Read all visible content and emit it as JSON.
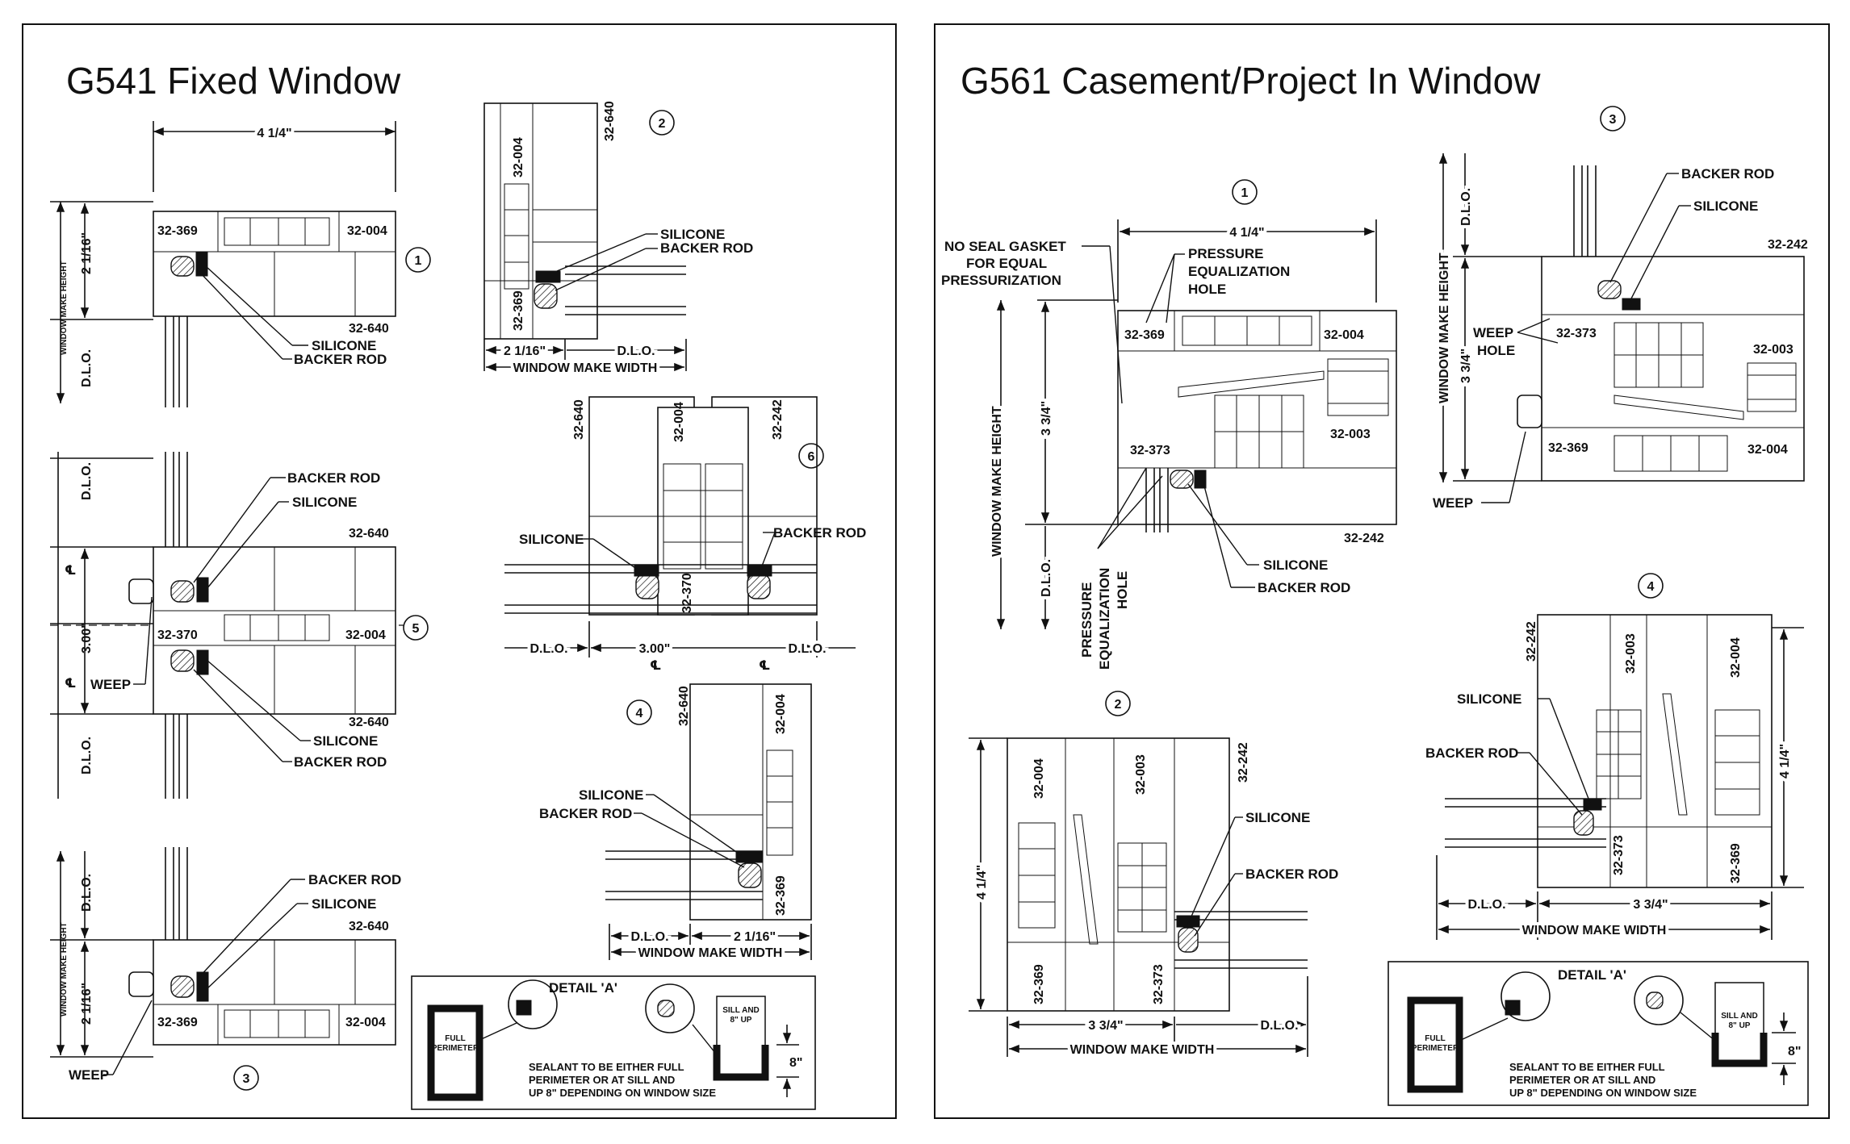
{
  "left_panel": {
    "title": "G541 Fixed Window",
    "details": {
      "d1": {
        "num": "1",
        "width_dim": "4 1/4\"",
        "height_dim": "2 1/16\"",
        "wmh": "WINDOW MAKE HEIGHT",
        "dlo": "D.L.O.",
        "parts": [
          "32-369",
          "32-004",
          "32-640"
        ],
        "silicone": "SILICONE",
        "backer": "BACKER ROD"
      },
      "d2": {
        "num": "2",
        "parts": [
          "32-004",
          "32-640",
          "32-369"
        ],
        "silicone": "SILICONE",
        "backer": "BACKER ROD",
        "dim": "2 1/16\"",
        "dlo": "D.L.O.",
        "wmw": "WINDOW MAKE WIDTH"
      },
      "d5": {
        "num": "5",
        "backer": "BACKER ROD",
        "silicone": "SILICONE",
        "parts": [
          "32-640",
          "32-370",
          "32-004",
          "32-640"
        ],
        "dlo": "D.L.O.",
        "center": "3.00\"",
        "cl": "℄",
        "weep": "WEEP",
        "silicone2": "SILICONE",
        "backer2": "BACKER ROD"
      },
      "d6": {
        "num": "6",
        "parts": [
          "32-640",
          "32-004",
          "32-242",
          "32-370"
        ],
        "silicone": "SILICONE",
        "backer": "BACKER ROD",
        "dlo": "D.L.O.",
        "center": "3.00\"",
        "cl": "℄"
      },
      "d4": {
        "num": "4",
        "parts": [
          "32-640",
          "32-004",
          "32-369"
        ],
        "silicone": "SILICONE",
        "backer": "BACKER ROD",
        "dlo": "D.L.O.",
        "dim": "2 1/16\"",
        "wmw": "WINDOW MAKE WIDTH"
      },
      "d3": {
        "num": "3",
        "backer": "BACKER ROD",
        "silicone": "SILICONE",
        "parts": [
          "32-640",
          "32-369",
          "32-004"
        ],
        "wmh": "WINDOW MAKE HEIGHT",
        "dlo": "D.L.O.",
        "height_dim": "2 1/16\"",
        "weep": "WEEP"
      }
    },
    "detail_a": {
      "title": "DETAIL 'A'",
      "full": [
        "FULL",
        "PERIMETER"
      ],
      "sill": [
        "SILL AND",
        "8\" UP"
      ],
      "dim": "8\"",
      "note": [
        "SEALANT TO BE EITHER FULL",
        "PERIMETER OR AT SILL AND",
        "UP 8\" DEPENDING ON WINDOW SIZE"
      ]
    }
  },
  "right_panel": {
    "title": "G561 Casement/Project In Window",
    "details": {
      "d1": {
        "num": "1",
        "width_dim": "4 1/4\"",
        "no_seal": [
          "NO SEAL GASKET",
          "FOR EQUAL",
          "PRESSURIZATION"
        ],
        "pressure": [
          "PRESSURE",
          "EQUALIZATION",
          "HOLE"
        ],
        "parts": [
          "32-369",
          "32-004",
          "32-373",
          "32-003",
          "32-242"
        ],
        "wmh": "WINDOW MAKE HEIGHT",
        "height_dim": "3 3/4\"",
        "dlo": "D.L.O.",
        "pressure2": [
          "PRESSURE",
          "EQUALIZATION",
          "HOLE"
        ],
        "silicone": "SILICONE",
        "backer": "BACKER ROD"
      },
      "d2": {
        "num": "2",
        "parts": [
          "32-004",
          "32-003",
          "32-242",
          "32-369",
          "32-373"
        ],
        "silicone": "SILICONE",
        "backer": "BACKER ROD",
        "height_dim": "4 1/4\"",
        "width_dim": "3 3/4\"",
        "dlo": "D.L.O.",
        "wmw": "WINDOW MAKE WIDTH"
      },
      "d3": {
        "num": "3",
        "backer": "BACKER ROD",
        "silicone": "SILICONE",
        "parts": [
          "32-242",
          "32-373",
          "32-003",
          "32-369",
          "32-004"
        ],
        "weep_hole": [
          "WEEP",
          "HOLE"
        ],
        "wmh": "WINDOW MAKE HEIGHT",
        "height_dim": "3 3/4\"",
        "dlo": "D.L.O.",
        "weep": "WEEP"
      },
      "d4": {
        "num": "4",
        "parts": [
          "32-242",
          "32-003",
          "32-004",
          "32-373",
          "32-369"
        ],
        "silicone": "SILICONE",
        "backer": "BACKER ROD",
        "height_dim": "4 1/4\"",
        "width_dim": "3 3/4\"",
        "dlo": "D.L.O.",
        "wmw": "WINDOW MAKE WIDTH"
      }
    },
    "detail_a": {
      "title": "DETAIL 'A'",
      "full": [
        "FULL",
        "PERIMETER"
      ],
      "sill": [
        "SILL AND",
        "8\" UP"
      ],
      "dim": "8\"",
      "note": [
        "SEALANT TO BE EITHER FULL",
        "PERIMETER OR AT SILL AND",
        "UP 8\" DEPENDING ON WINDOW SIZE"
      ]
    }
  }
}
